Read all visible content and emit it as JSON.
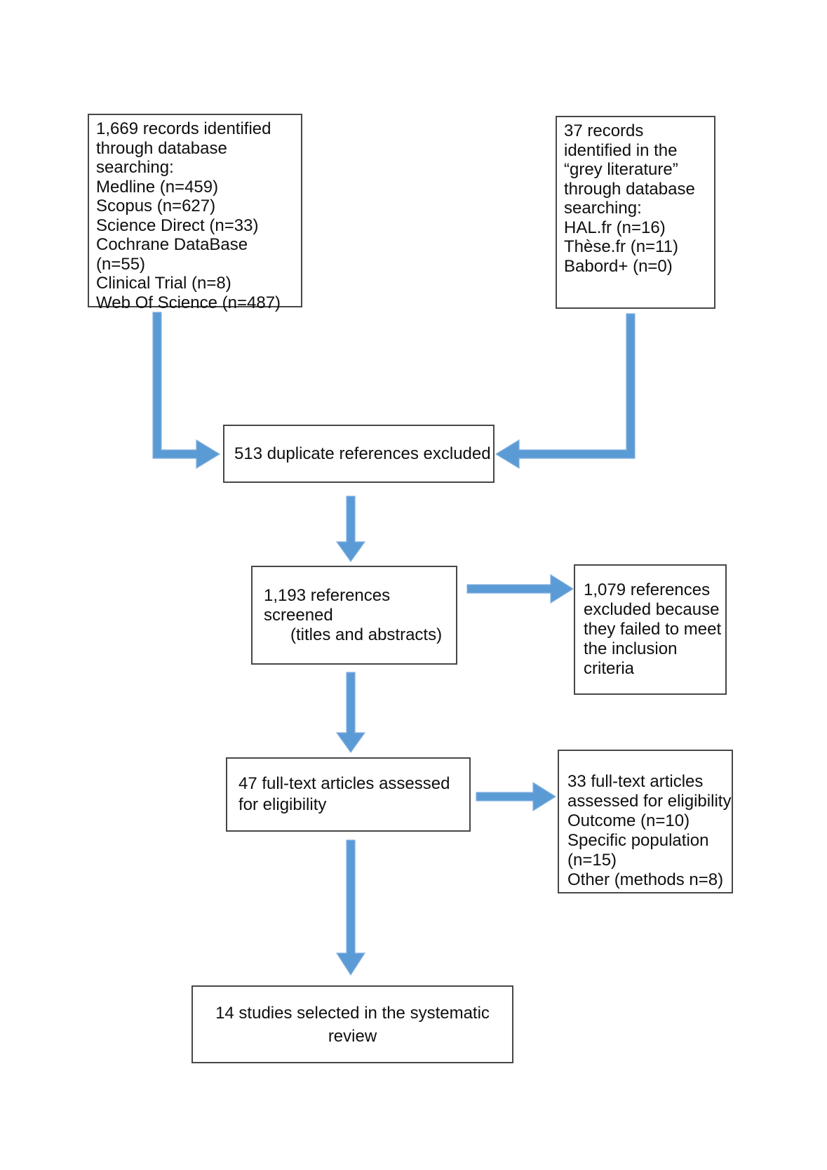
{
  "boxes": {
    "database_records": {
      "lines": [
        "1,669 records identified",
        "through database",
        "searching:",
        "Medline (n=459)",
        "Scopus (n=627)",
        "Science Direct (n=33)",
        "Cochrane DataBase",
        "(n=55)",
        "Clinical Trial (n=8)",
        "Web Of Science (n=487)"
      ]
    },
    "grey_literature_records": {
      "lines": [
        "37 records",
        "identified in the",
        "“grey literature”",
        "through database",
        "searching:",
        "HAL.fr (n=16)",
        "Thèse.fr (n=11)",
        "Babord+ (n=0)"
      ]
    },
    "duplicates_excluded": {
      "text": "513 duplicate references excluded"
    },
    "references_screened": {
      "lines": [
        "1,193 references",
        "screened",
        "(titles and abstracts)"
      ]
    },
    "references_excluded": {
      "lines": [
        "1,079 references",
        "excluded because",
        "they failed to meet",
        "the inclusion",
        "criteria"
      ]
    },
    "fulltext_assessed": {
      "lines": [
        "47 full-text articles assessed",
        "for eligibility"
      ]
    },
    "fulltext_excluded": {
      "lines": [
        "33 full-text articles",
        "assessed for eligibility",
        "Outcome (n=10)",
        "Specific population",
        "(n=15)",
        "Other (methods n=8)"
      ]
    },
    "studies_selected": {
      "lines": [
        "14 studies selected in the systematic",
        "review"
      ]
    }
  },
  "colors": {
    "arrow_fill": "#5B9BD5",
    "arrow_stroke": "#85B1E0",
    "box_border": "#474747"
  }
}
